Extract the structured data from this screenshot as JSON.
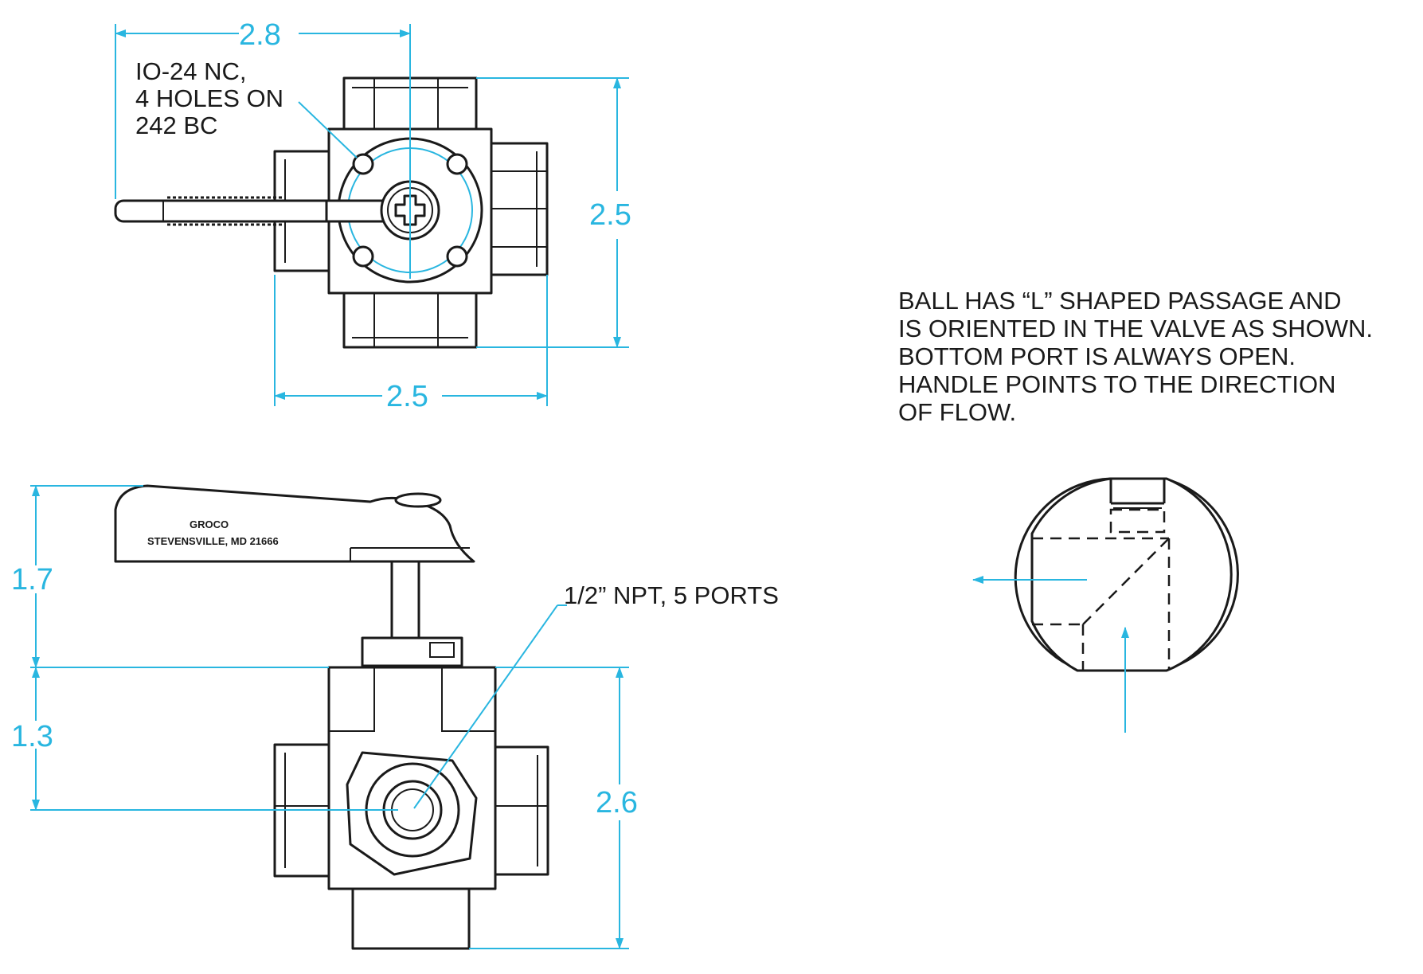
{
  "dimensions": {
    "top_width": "2.8",
    "top_height": "2.5",
    "top_body_width": "2.5",
    "side_handle_height": "1.7",
    "side_center_height": "1.3",
    "side_body_height": "2.6"
  },
  "notes": {
    "bolt_pattern": [
      "IO-24 NC,",
      "4 HOLES ON",
      "242 BC"
    ],
    "ports": "1/2” NPT, 5 PORTS",
    "ball_description": [
      "BALL HAS “L” SHAPED PASSAGE AND",
      "IS ORIENTED IN THE VALVE AS SHOWN.",
      "BOTTOM PORT IS ALWAYS OPEN.",
      "HANDLE POINTS TO THE DIRECTION",
      "OF FLOW."
    ]
  },
  "handle_stamp": [
    "GROCO",
    "STEVENSVILLE, MD 21666"
  ],
  "colors": {
    "dimension": "#29b6e0",
    "linework": "#1a1a1a"
  }
}
